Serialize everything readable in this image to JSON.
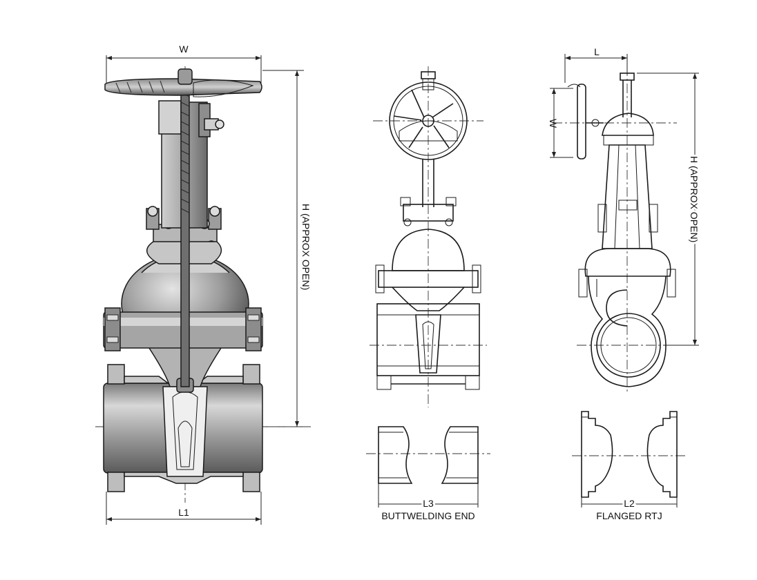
{
  "labels": {
    "w_main": "W",
    "h_main": "H (APPROX OPEN)",
    "l1": "L1",
    "l_side": "L",
    "w_side": "W",
    "h_side": "H (APPROX OPEN)",
    "l3": "L3",
    "buttwelding": "BUTTWELDING END",
    "l2": "L2",
    "flanged": "FLANGED RTJ"
  },
  "colors": {
    "ink": "#1a1a1a",
    "metal_light": "#d6d6d6",
    "metal_mid": "#a9a9a9",
    "metal_dark": "#6f6f6f"
  }
}
